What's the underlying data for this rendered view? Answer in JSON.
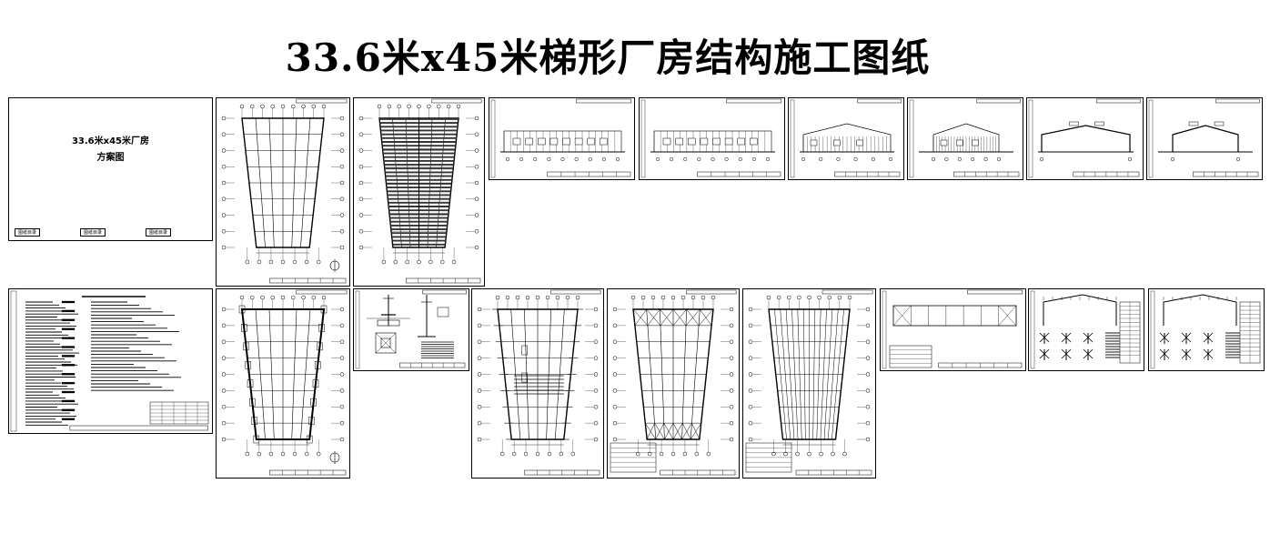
{
  "title": "33.6米x45米梯形厂房结构施工图纸",
  "cover": {
    "line1": "33.6米x45米厂房",
    "line2": "方案图",
    "footer_labels": [
      "图纸目录",
      "图纸目录",
      "图纸目录"
    ]
  },
  "sheets": [
    {
      "kind": "cover"
    },
    {
      "kind": "trap-grid"
    },
    {
      "kind": "trap-roof"
    },
    {
      "kind": "elevation-long"
    },
    {
      "kind": "elevation-long"
    },
    {
      "kind": "elevation-gable"
    },
    {
      "kind": "elevation-gable-small"
    },
    {
      "kind": "section"
    },
    {
      "kind": "section-small"
    },
    {
      "kind": "notes"
    },
    {
      "kind": "trap-columns"
    },
    {
      "kind": "details"
    },
    {
      "kind": "trap-foundation"
    },
    {
      "kind": "trap-bracing"
    },
    {
      "kind": "trap-purlin"
    },
    {
      "kind": "wall-bracing"
    },
    {
      "kind": "frame-detail"
    },
    {
      "kind": "frame-detail"
    }
  ]
}
